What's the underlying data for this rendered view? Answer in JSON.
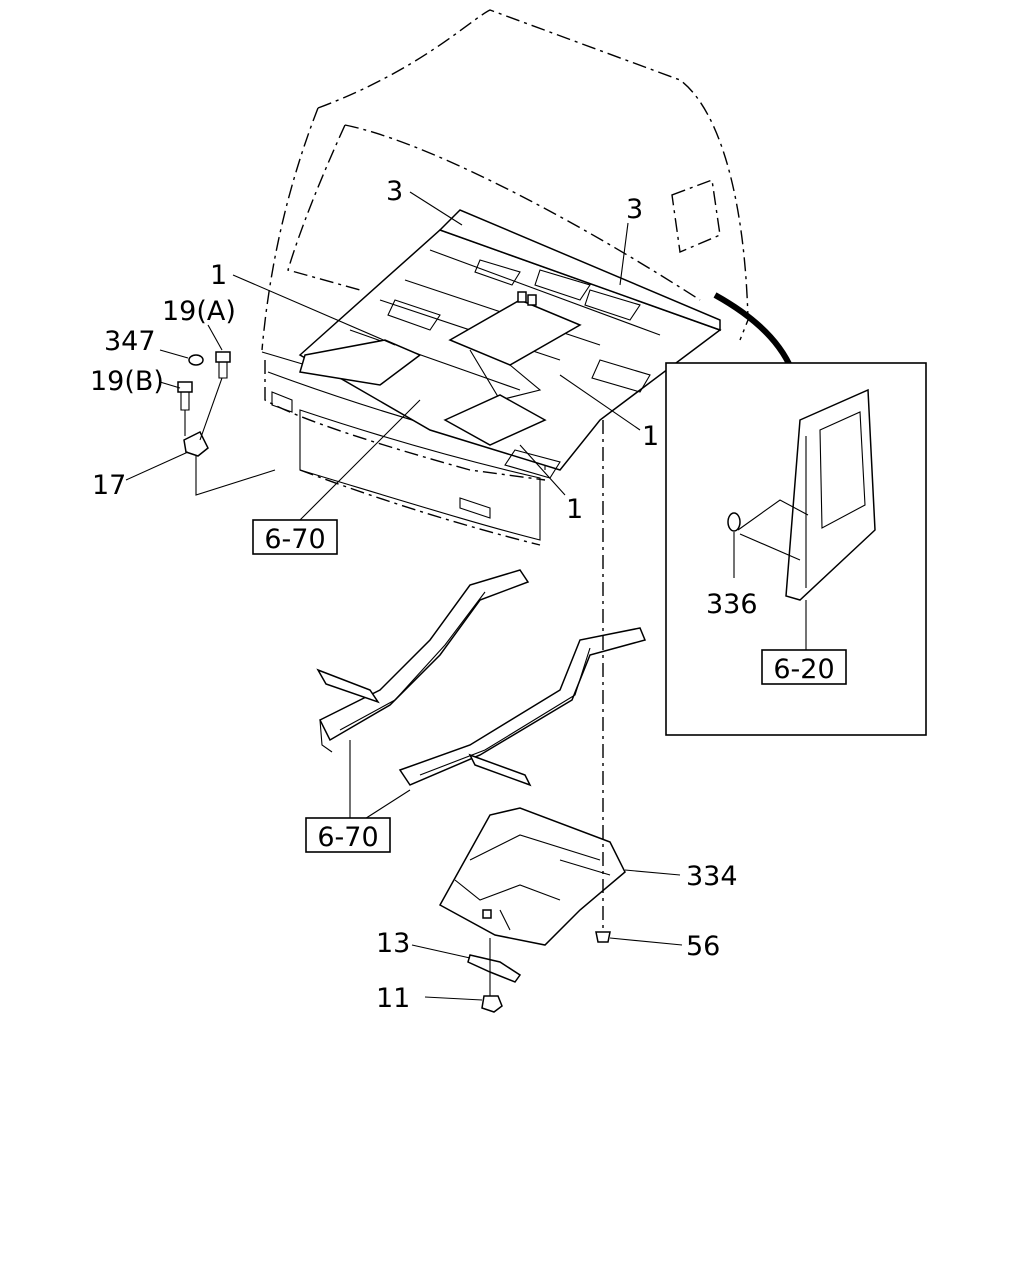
{
  "callouts": {
    "c3a": "3",
    "c3b": "3",
    "c1a": "1",
    "c1b": "1",
    "c1c": "1",
    "c19a": "19(A)",
    "c347": "347",
    "c19b": "19(B)",
    "c17": "17",
    "c336": "336",
    "c334": "334",
    "c56": "56",
    "c13": "13",
    "c11": "11"
  },
  "refs": {
    "r670a": "6-70",
    "r670b": "6-70",
    "r620": "6-20"
  }
}
